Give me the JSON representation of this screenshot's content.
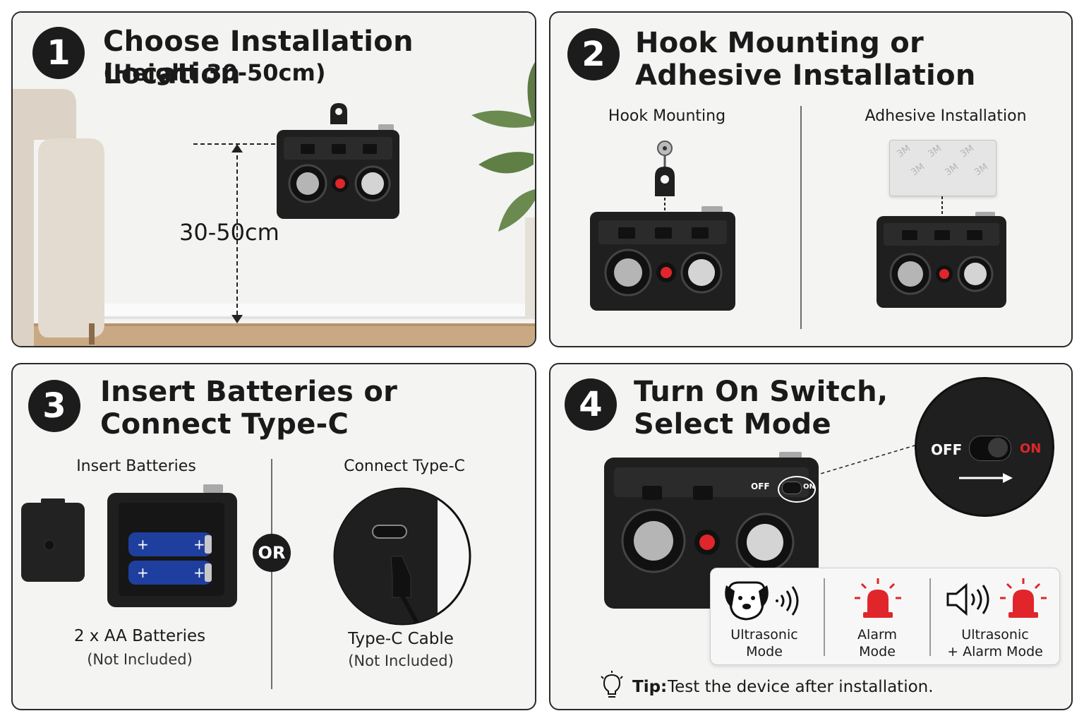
{
  "step1": {
    "number": "1",
    "title": "Choose Installation Location",
    "subtitle": "(Height 30-50cm)",
    "height_label": "30-50cm"
  },
  "step2": {
    "number": "2",
    "title_line1": "Hook Mounting or",
    "title_line2": "Adhesive Installation",
    "hook_label": "Hook Mounting",
    "adhesive_label": "Adhesive Installation",
    "adhesive_brand": "3M"
  },
  "step3": {
    "number": "3",
    "title_line1": "Insert Batteries or",
    "title_line2": "Connect Type-C",
    "batteries_label": "Insert Batteries",
    "typec_label": "Connect Type-C",
    "or_label": "OR",
    "batteries_caption": "2 x AA Batteries",
    "batteries_note": "(Not Included)",
    "cable_caption": "Type-C Cable",
    "cable_note": "(Not Included)"
  },
  "step4": {
    "number": "4",
    "title_line1": "Turn On Switch,",
    "title_line2": "Select Mode",
    "off_label": "OFF",
    "on_label": "ON",
    "modes": [
      {
        "line1": "Ultrasonic",
        "line2": "Mode",
        "icon": "dog-sound-icon"
      },
      {
        "line1": "Alarm",
        "line2": "Mode",
        "icon": "alarm-light-icon"
      },
      {
        "line1": "Ultrasonic",
        "line2": "+ Alarm Mode",
        "icon": "speaker-alarm-icon"
      }
    ],
    "tip_label": "Tip:",
    "tip_text": "Test the device after installation."
  },
  "colors": {
    "panel_bg": "#f4f4f3",
    "device": "#1f1f1f",
    "accent_red": "#e0262b",
    "battery_blue": "#1f3f9e"
  }
}
